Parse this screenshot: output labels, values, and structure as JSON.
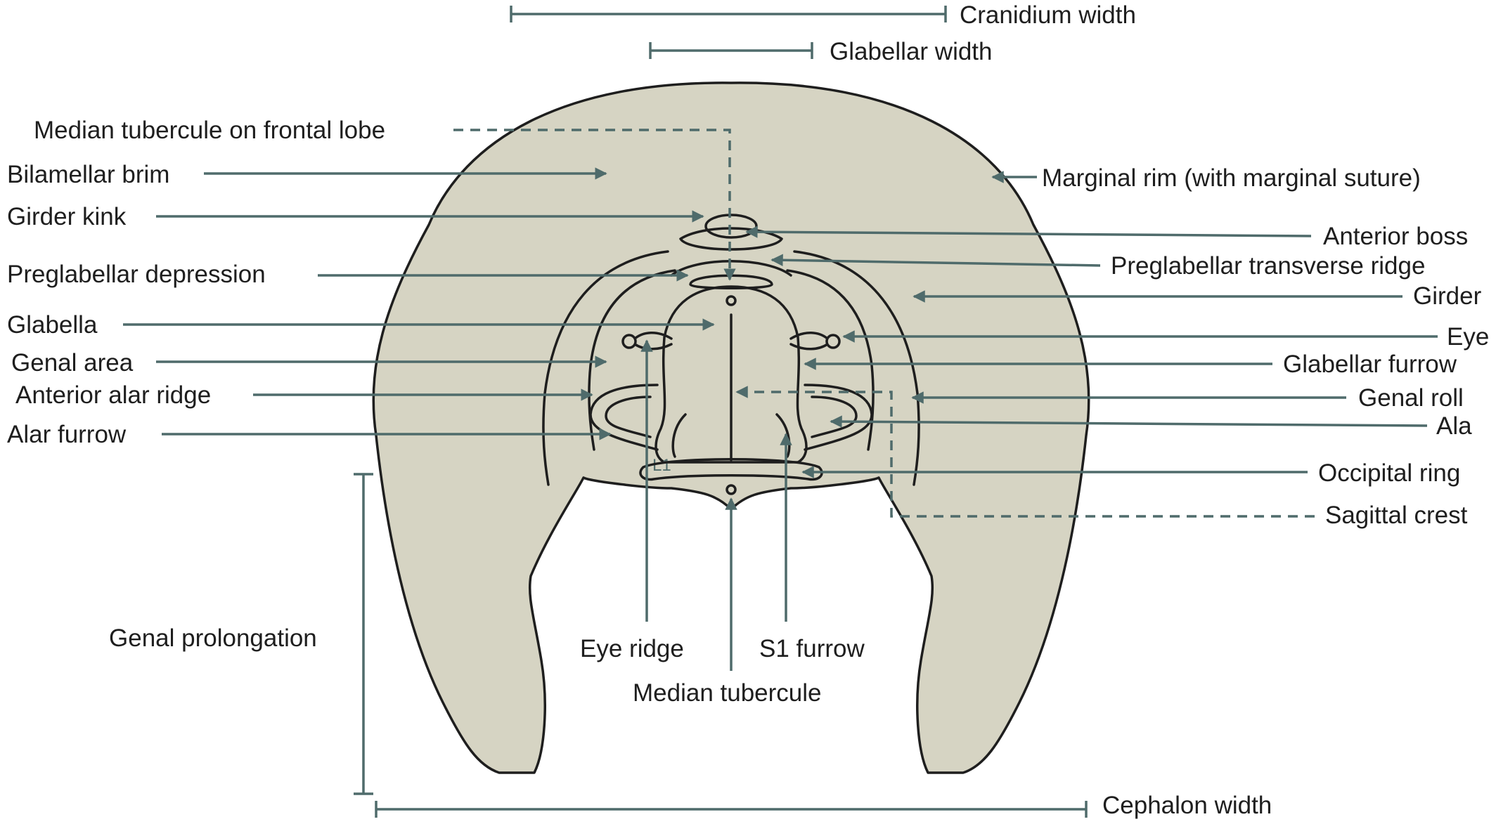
{
  "colors": {
    "fill": "#d6d4c3",
    "outline": "#1e1e1e",
    "leader": "#4f6b6b",
    "background": "#ffffff"
  },
  "labels": {
    "cranidium_width": "Cranidium width",
    "glabellar_width": "Glabellar width",
    "median_tubercule_frontal": "Median tubercule on frontal lobe",
    "bilamellar_brim": "Bilamellar brim",
    "girder_kink": "Girder kink",
    "preglabellar_depression": "Preglabellar depression",
    "glabella": "Glabella",
    "genal_area": "Genal area",
    "anterior_alar_ridge": "Anterior alar ridge",
    "alar_furrow": "Alar furrow",
    "genal_prolongation": "Genal prolongation",
    "eye_ridge": "Eye ridge",
    "s1_furrow": "S1 furrow",
    "median_tubercule": "Median tubercule",
    "cephalon_width": "Cephalon width",
    "marginal_rim": "Marginal rim (with marginal suture)",
    "anterior_boss": "Anterior boss",
    "preglabellar_transverse_ridge": "Preglabellar transverse ridge",
    "girder": "Girder",
    "eye": "Eye",
    "glabellar_furrow": "Glabellar furrow",
    "genal_roll": "Genal roll",
    "ala": "Ala",
    "occipital_ring": "Occipital ring",
    "sagittal_crest": "Sagittal crest",
    "l1": "L1"
  }
}
